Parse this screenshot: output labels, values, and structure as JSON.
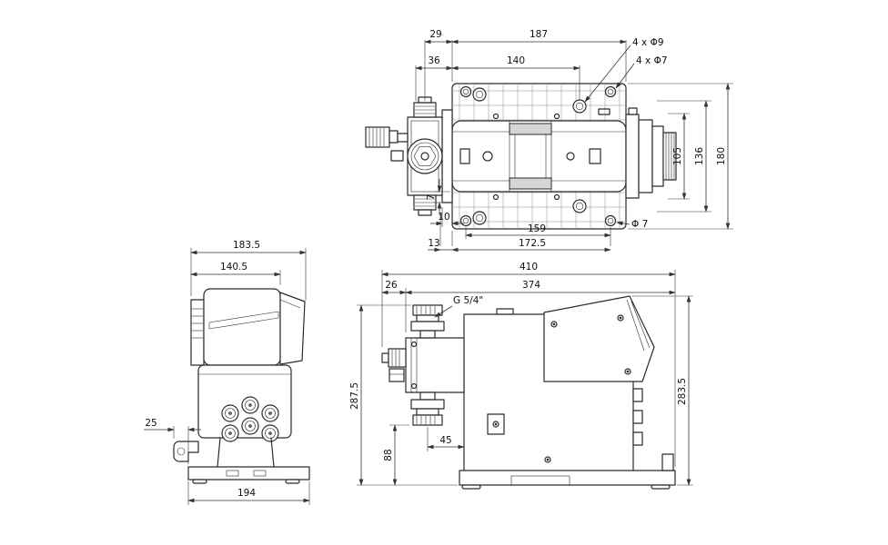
{
  "drawing": {
    "colors": {
      "line": "#2b2b2b",
      "background": "#ffffff",
      "dimension": "#333333"
    },
    "top_view": {
      "dim_29": "29",
      "dim_187": "187",
      "dim_36": "36",
      "dim_140": "140",
      "callout_4x9": "4 x Φ9",
      "callout_4x7": "4 x Φ7",
      "dim_105": "105",
      "dim_136": "136",
      "dim_180": "180",
      "dim_7": "7",
      "dim_10": "10",
      "dim_159": "159",
      "dim_13": "13",
      "dim_172_5": "172.5",
      "callout_dia7": "Φ 7"
    },
    "front_view": {
      "dim_183_5": "183.5",
      "dim_140_5": "140.5",
      "dim_25": "25",
      "dim_194": "194"
    },
    "side_view": {
      "dim_410": "410",
      "dim_26": "26",
      "dim_374": "374",
      "callout_thread": "G 5/4\"",
      "dim_287_5": "287.5",
      "dim_88": "88",
      "dim_45": "45",
      "dim_283_5": "283.5"
    }
  }
}
